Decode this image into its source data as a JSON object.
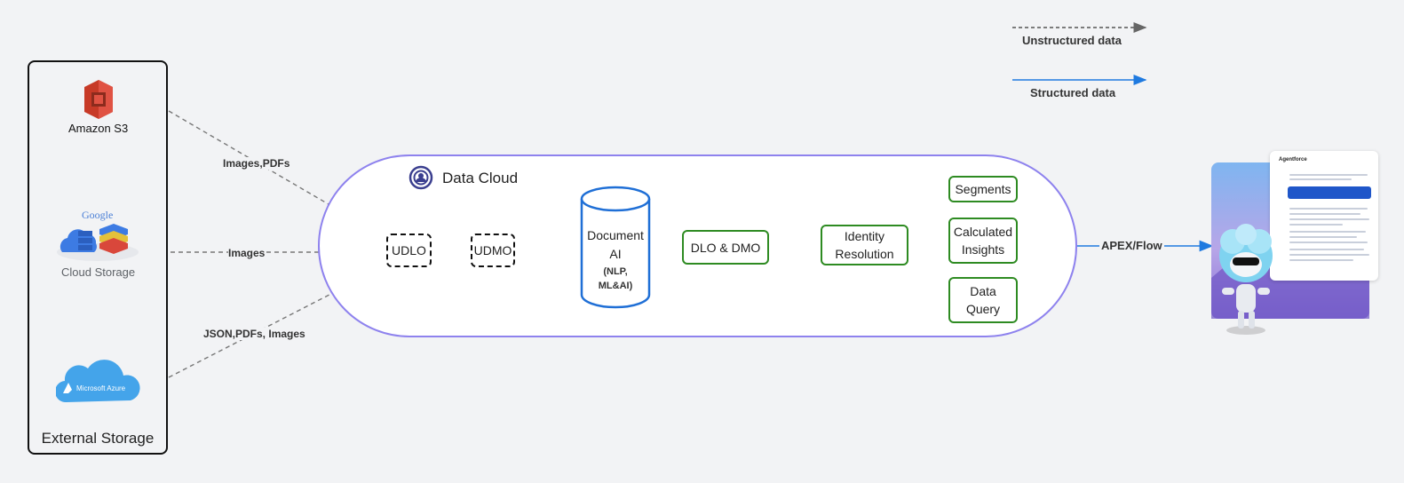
{
  "legend": {
    "unstructured": "Unstructured data",
    "structured": "Structured data"
  },
  "external_storage": {
    "title": "External Storage",
    "amazon": "Amazon S3",
    "google_top": "Google",
    "google_bottom": "Cloud Storage",
    "azure": "Microsoft Azure"
  },
  "edge_labels": {
    "s3": "Images,PDFs",
    "gcs": "Images",
    "azure": "JSON,PDFs, Images",
    "apex": "APEX/Flow"
  },
  "data_cloud": {
    "title": "Data Cloud",
    "udlo": "UDLO",
    "udmo": "UDMO",
    "doc_ai_line1": "Document",
    "doc_ai_line2": "AI",
    "doc_ai_line3": "(NLP,",
    "doc_ai_line4": "ML&AI)",
    "dlo_dmo": "DLO & DMO",
    "identity_line1": "Identity",
    "identity_line2": "Resolution",
    "segments": "Segments",
    "calc_line1": "Calculated",
    "calc_line2": "Insights",
    "query_line1": "Data",
    "query_line2": "Query"
  },
  "agentforce": {
    "header": "Agentforce"
  },
  "colors": {
    "structured": "#1f7ae0",
    "unstructured": "#666666",
    "green_border": "#2e8b22",
    "cloud_border": "#8e82ee"
  }
}
